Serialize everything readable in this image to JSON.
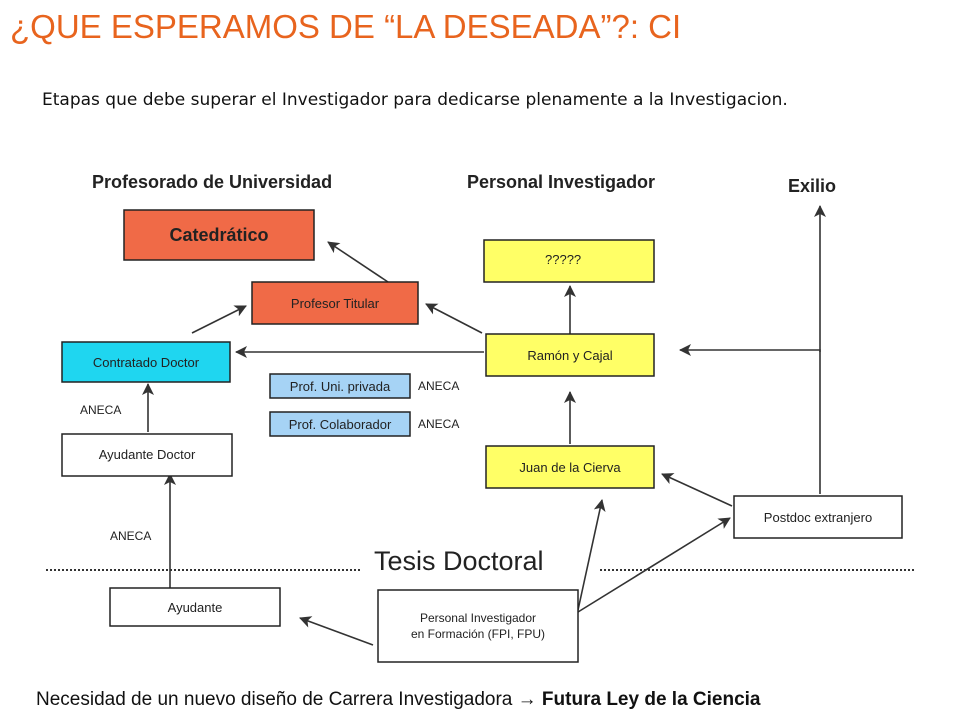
{
  "slide": {
    "title": "¿QUE ESPERAMOS DE “LA DESEADA”?: CI",
    "subtitle": "Etapas que debe superar el Investigador para dedicarse plenamente a la Investigacion.",
    "footer_text": "Necesidad de un nuevo diseño de Carrera Investigadora ",
    "footer_arrow": "→",
    "footer_bold": " Futura Ley de la Ciencia"
  },
  "diagram": {
    "headers": {
      "profesorado": "Profesorado de Universidad",
      "personal": "Personal Investigador",
      "exilio": "Exilio"
    },
    "boxes": {
      "catedratico": "Catedrático",
      "profesor_titular": "Profesor Titular",
      "contratado_doctor": "Contratado Doctor",
      "prof_uni_privada": "Prof. Uni. privada",
      "prof_colaborador": "Prof. Colaborador",
      "ayudante_doctor": "Ayudante Doctor",
      "ayudante": "Ayudante",
      "interrogantes": "?????",
      "ramon_y_cajal": "Ramón y Cajal",
      "juan_de_la_cierva": "Juan de la Cierva",
      "postdoc": "Postdoc extranjero",
      "pif_line1": "Personal Investigador",
      "pif_line2": "en Formación (FPI, FPU)"
    },
    "labels": {
      "aneca_1": "ANECA",
      "aneca_2": "ANECA",
      "aneca_3": "ANECA",
      "aneca_4": "ANECA"
    },
    "divider_label": "Tesis Doctoral",
    "colors": {
      "orange": "#f06a47",
      "cyan": "#1fd6f0",
      "light_blue": "#a6d3f5",
      "yellow": "#ffff66",
      "white": "#ffffff"
    }
  }
}
